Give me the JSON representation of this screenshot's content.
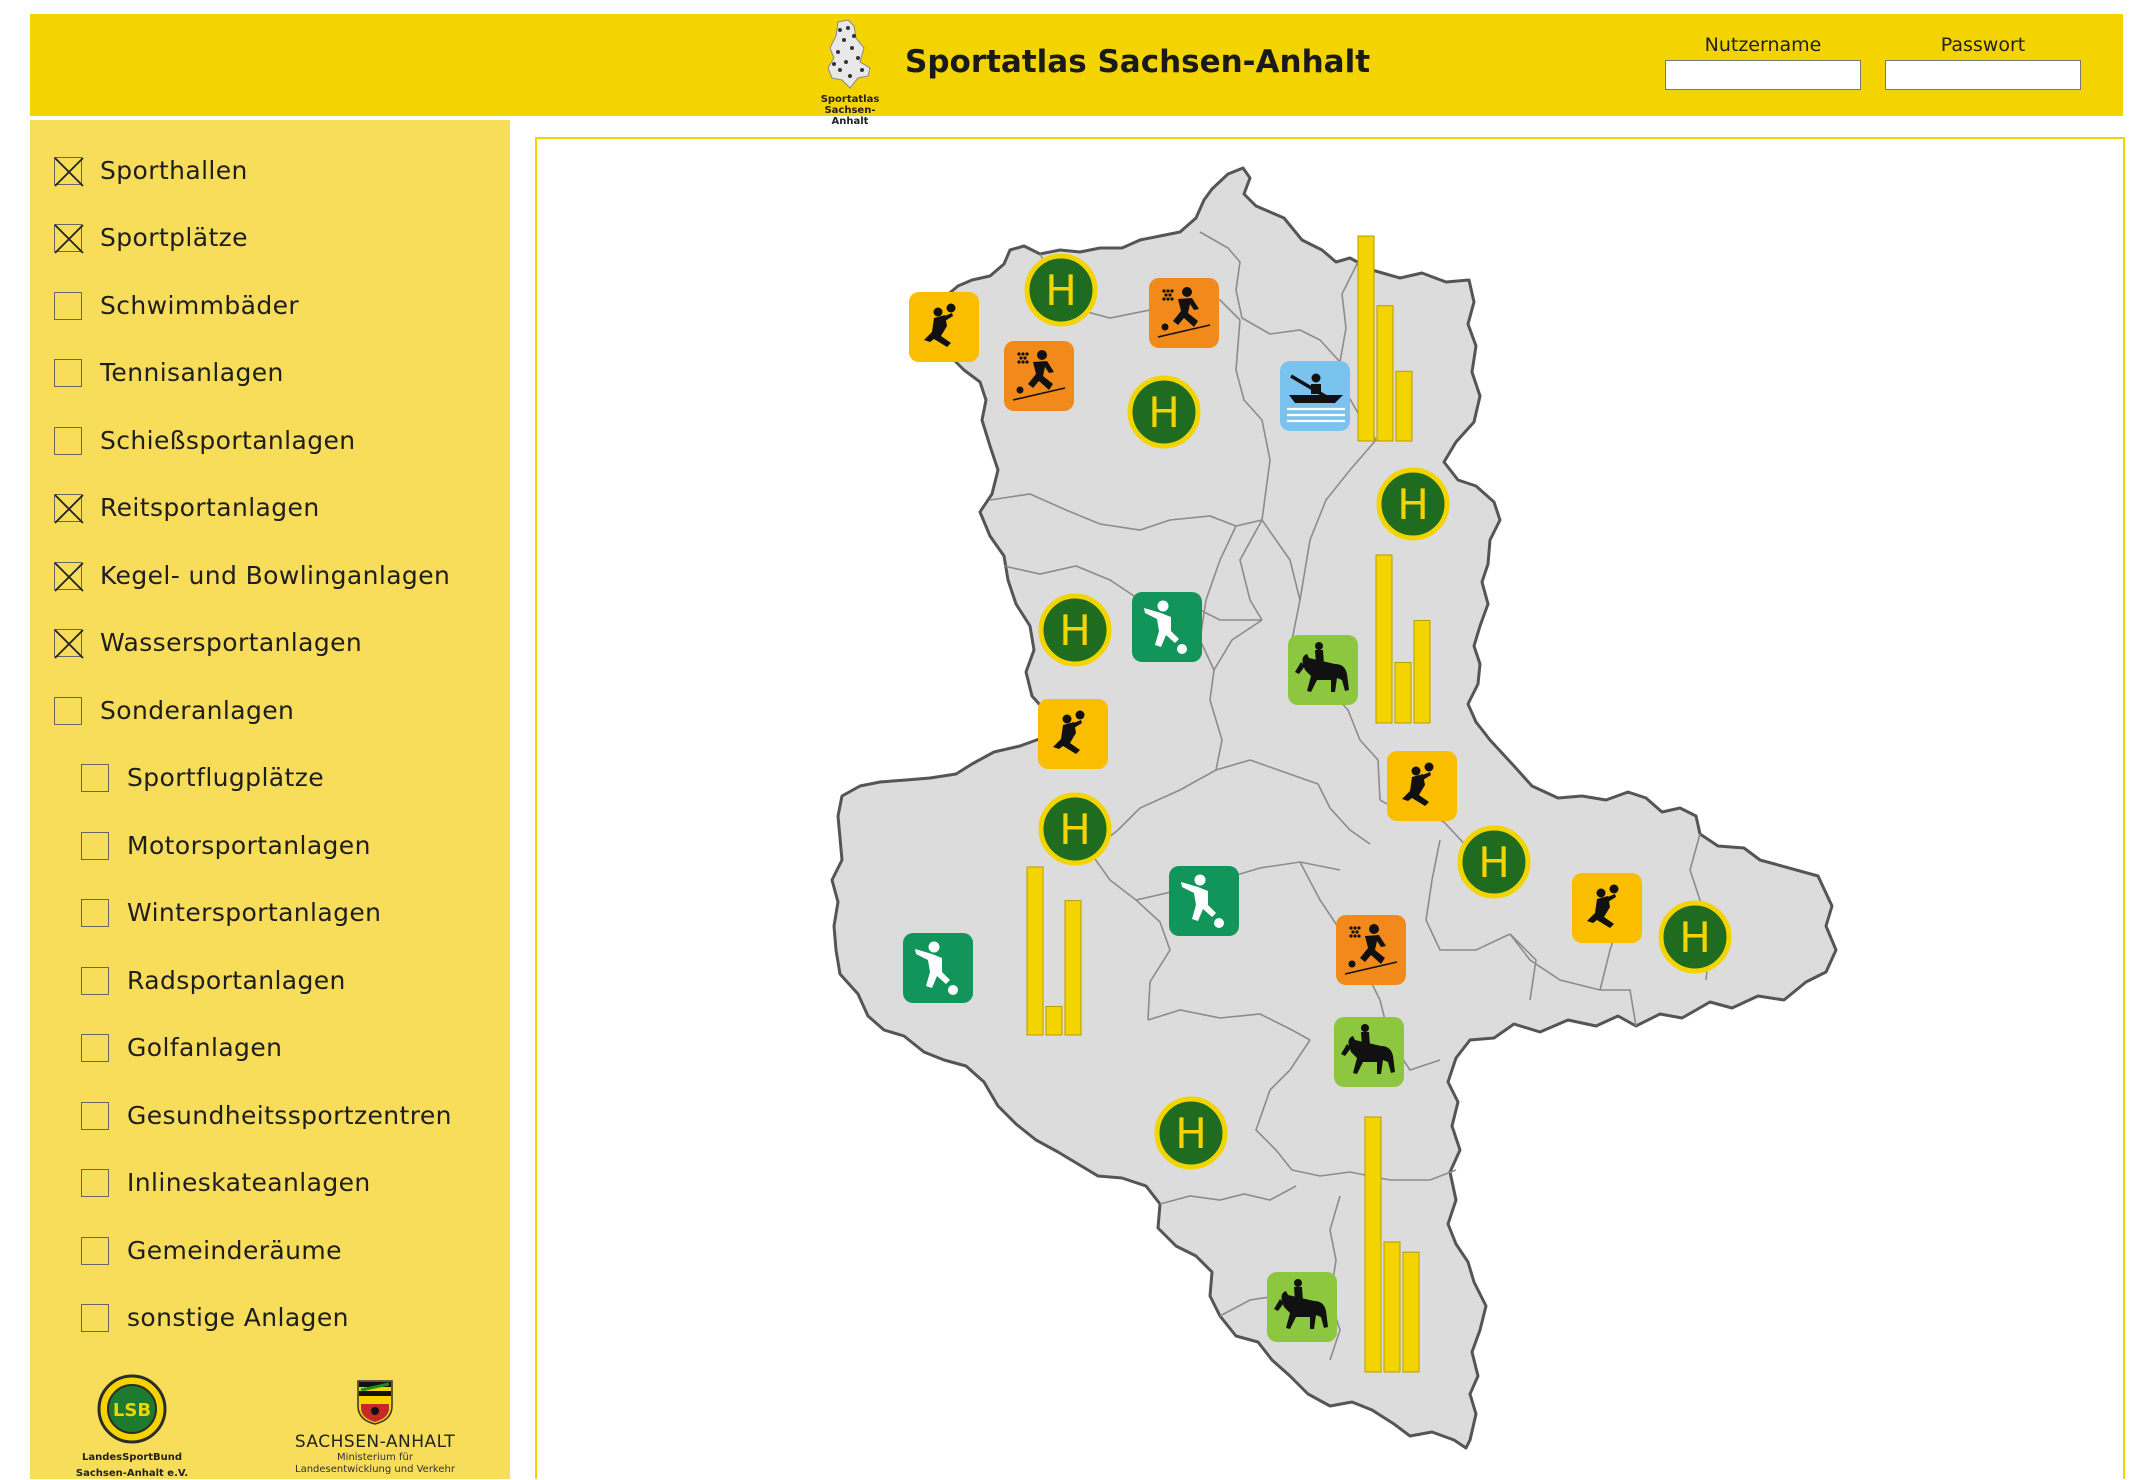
{
  "header": {
    "title": "Sportatlas Sachsen-Anhalt",
    "logo_text_line1": "Sportatlas",
    "logo_text_line2": "Sachsen-Anhalt",
    "username_label": "Nutzername",
    "password_label": "Passwort",
    "username_value": "",
    "password_value": ""
  },
  "sidebar": {
    "categories": [
      {
        "label": "Sporthallen",
        "checked": true
      },
      {
        "label": "Sportplätze",
        "checked": true
      },
      {
        "label": "Schwimmbäder",
        "checked": false
      },
      {
        "label": "Tennisanlagen",
        "checked": false
      },
      {
        "label": "Schießsportanlagen",
        "checked": false
      },
      {
        "label": "Reitsportanlagen",
        "checked": true
      },
      {
        "label": "Kegel- und Bowlinganlagen",
        "checked": true
      },
      {
        "label": "Wassersportanlagen",
        "checked": true
      },
      {
        "label": "Sonderanlagen",
        "checked": false
      }
    ],
    "subcategories": [
      {
        "label": "Sportflugplätze",
        "checked": false
      },
      {
        "label": "Motorsportanlagen",
        "checked": false
      },
      {
        "label": "Wintersportanlagen",
        "checked": false
      },
      {
        "label": "Radsportanlagen",
        "checked": false
      },
      {
        "label": "Golfanlagen",
        "checked": false
      },
      {
        "label": "Gesundheitssportzentren",
        "checked": false
      },
      {
        "label": "Inlineskateanlagen",
        "checked": false
      },
      {
        "label": "Gemeinderäume",
        "checked": false
      },
      {
        "label": "sonstige Anlagen",
        "checked": false
      }
    ]
  },
  "footer": {
    "lsb_line1": "LandesSportBund",
    "lsb_line2": "Sachsen-Anhalt e.V.",
    "lsb_emblem_text": "LSB",
    "sa_name": "SACHSEN-ANHALT",
    "sa_line1": "Ministerium für",
    "sa_line2": "Landesentwicklung und Verkehr"
  },
  "map": {
    "marker_letter": "H",
    "colors": {
      "header": "#f3d300",
      "sidebar": "#f7dd5a",
      "land": "#dcdcdc",
      "hall_marker": "#1f6b1f",
      "bars": "#f3d300",
      "handball": "#fbbd00",
      "bowling": "#f28a1b",
      "soccer": "#12955b",
      "riding": "#8dc63f",
      "water": "#7ac3ef"
    },
    "hall_markers": [
      {
        "region": "nw-1"
      },
      {
        "region": "nw-2"
      },
      {
        "region": "ne"
      },
      {
        "region": "w"
      },
      {
        "region": "w-2"
      },
      {
        "region": "e"
      },
      {
        "region": "e-2"
      },
      {
        "region": "s"
      }
    ],
    "facility_icons": [
      {
        "type": "handball",
        "icon": "handball-icon"
      },
      {
        "type": "bowling",
        "icon": "bowling-icon"
      },
      {
        "type": "bowling",
        "icon": "bowling-icon"
      },
      {
        "type": "water",
        "icon": "kayak-icon"
      },
      {
        "type": "soccer",
        "icon": "soccer-icon"
      },
      {
        "type": "riding",
        "icon": "horse-riding-icon"
      },
      {
        "type": "handball",
        "icon": "handball-icon"
      },
      {
        "type": "handball",
        "icon": "handball-icon"
      },
      {
        "type": "soccer",
        "icon": "soccer-icon"
      },
      {
        "type": "handball",
        "icon": "handball-icon"
      },
      {
        "type": "soccer",
        "icon": "soccer-icon"
      },
      {
        "type": "bowling",
        "icon": "bowling-icon"
      },
      {
        "type": "riding",
        "icon": "horse-riding-icon"
      },
      {
        "type": "riding",
        "icon": "horse-riding-icon"
      }
    ],
    "bar_groups": [
      {
        "values": [
          100,
          66,
          34
        ]
      },
      {
        "values": [
          100,
          36,
          61
        ]
      },
      {
        "values": [
          100,
          17,
          80
        ]
      },
      {
        "values": [
          100,
          51,
          47
        ]
      }
    ]
  }
}
